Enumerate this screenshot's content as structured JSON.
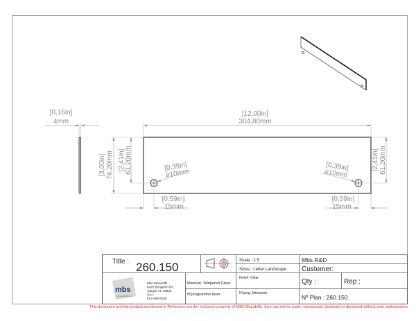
{
  "drawing": {
    "side_view": {
      "thickness_in": "[0,16in]",
      "thickness_mm": "4mm"
    },
    "front_view": {
      "length_in": "[12,00in]",
      "length_mm": "304,80mm",
      "height_in": "[3,00in]",
      "height_mm": "76,20mm",
      "hole_spacing_left_in": "[2,41in]",
      "hole_spacing_left_mm": "61,20mm",
      "hole_spacing_right_in": "[2,41in]",
      "hole_spacing_right_mm": "61,20mm",
      "hole_left_dia_in": "[0,39in]",
      "hole_left_dia_mm": "⌀10mm",
      "hole_right_dia_in": "[0,39in]",
      "hole_right_dia_mm": "⌀10mm",
      "hole_left_offset_in": "[0,59in]",
      "hole_left_offset_mm": "15mm",
      "hole_right_offset_in": "[0,59in]",
      "hole_right_offset_mm": "15mm"
    }
  },
  "title_block": {
    "title_label": "Title :",
    "title_value": "260.150",
    "projection_icon": "first-angle-projection-icon",
    "company": {
      "logo_text": "mbs",
      "logo_sub": "mbstandoffs.com",
      "name": "Mbs Standoffs",
      "address1": "6420 Benjamin Rd",
      "address2": "Tampa, FL 33634",
      "country": "USA",
      "phone": "813-938-6025"
    },
    "material": "Material: Tempered Glass",
    "laser_program": "N°programme laser",
    "scale": "Scale : 1:5",
    "sizes": "Sizes : Letter Landscape",
    "finish": "Finish: Clear",
    "mech_program": "N°prog. Mécanum.",
    "department": "Mbs R&D",
    "customer": "Customer:",
    "qty": "Qty :",
    "rep": "Rep :",
    "plan_number": "Nº Plan : 260.150"
  },
  "disclaimer": "This document and the product mentioned in Reference are the exclusive property of MBS-Standoffs, they can not be used, reproduced, disclosed or disclosed without prior authorization",
  "colors": {
    "accent_red": "#e8262b",
    "dimension_gray": "#8a8a8a",
    "outline": "#333333"
  }
}
